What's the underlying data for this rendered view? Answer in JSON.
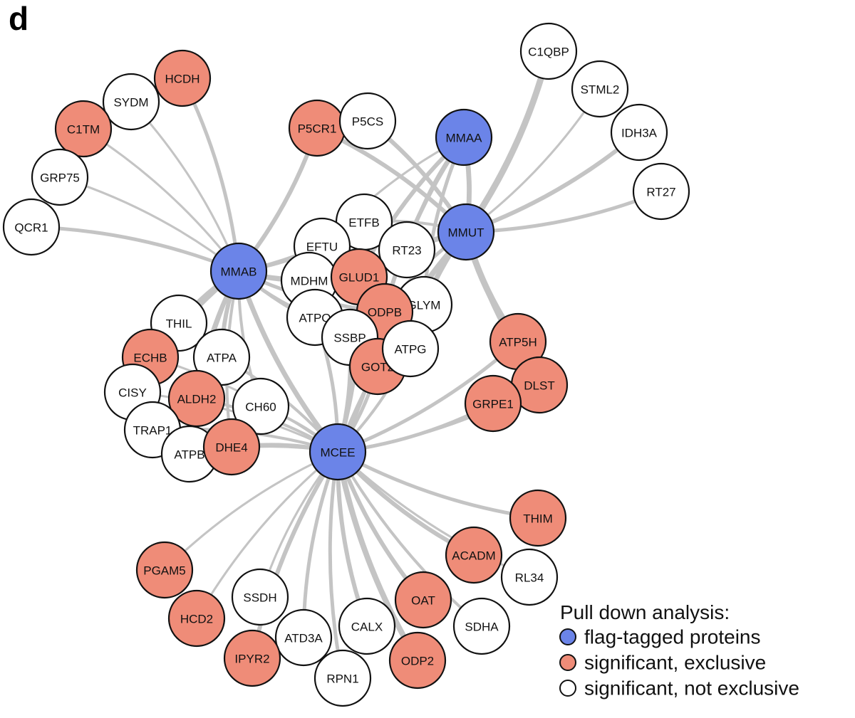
{
  "panel_label": "d",
  "colors": {
    "bait": "#6b84e8",
    "exclusive": "#ef8c78",
    "not_exclusive": "#ffffff",
    "edge": "#c4c4c4",
    "stroke": "#111111"
  },
  "legend": {
    "title": "Pull down analysis:",
    "items": [
      {
        "key": "bait",
        "label": "flag-tagged proteins"
      },
      {
        "key": "exclusive",
        "label": "significant, exclusive"
      },
      {
        "key": "not_exclusive",
        "label": "significant, not exclusive"
      }
    ]
  },
  "nodes": [
    {
      "id": "MMAB",
      "type": "bait"
    },
    {
      "id": "MMUT",
      "type": "bait"
    },
    {
      "id": "MMAA",
      "type": "bait"
    },
    {
      "id": "MCEE",
      "type": "bait"
    },
    {
      "id": "HCDH",
      "type": "exclusive"
    },
    {
      "id": "SYDM",
      "type": "not_exclusive"
    },
    {
      "id": "C1TM",
      "type": "exclusive"
    },
    {
      "id": "GRP75",
      "type": "not_exclusive"
    },
    {
      "id": "QCR1",
      "type": "not_exclusive"
    },
    {
      "id": "P5CR1",
      "type": "exclusive"
    },
    {
      "id": "P5CS",
      "type": "not_exclusive"
    },
    {
      "id": "C1QBP",
      "type": "not_exclusive"
    },
    {
      "id": "STML2",
      "type": "not_exclusive"
    },
    {
      "id": "IDH3A",
      "type": "not_exclusive"
    },
    {
      "id": "RT27",
      "type": "not_exclusive"
    },
    {
      "id": "ETFB",
      "type": "not_exclusive"
    },
    {
      "id": "EFTU",
      "type": "not_exclusive"
    },
    {
      "id": "RT23",
      "type": "not_exclusive"
    },
    {
      "id": "MDHM",
      "type": "not_exclusive"
    },
    {
      "id": "GLUD1",
      "type": "exclusive"
    },
    {
      "id": "GLYM",
      "type": "not_exclusive"
    },
    {
      "id": "ODPB",
      "type": "exclusive"
    },
    {
      "id": "ATPO",
      "type": "not_exclusive"
    },
    {
      "id": "SSBP",
      "type": "not_exclusive"
    },
    {
      "id": "GOT2",
      "type": "exclusive"
    },
    {
      "id": "ATPG",
      "type": "not_exclusive"
    },
    {
      "id": "THIL",
      "type": "not_exclusive"
    },
    {
      "id": "ECHB",
      "type": "exclusive"
    },
    {
      "id": "ATPA",
      "type": "not_exclusive"
    },
    {
      "id": "CISY",
      "type": "not_exclusive"
    },
    {
      "id": "ALDH2",
      "type": "exclusive"
    },
    {
      "id": "CH60",
      "type": "not_exclusive"
    },
    {
      "id": "TRAP1",
      "type": "not_exclusive"
    },
    {
      "id": "ATPB",
      "type": "not_exclusive"
    },
    {
      "id": "DHE4",
      "type": "exclusive"
    },
    {
      "id": "ATP5H",
      "type": "exclusive"
    },
    {
      "id": "DLST",
      "type": "exclusive"
    },
    {
      "id": "GRPE1",
      "type": "exclusive"
    },
    {
      "id": "THIM",
      "type": "exclusive"
    },
    {
      "id": "ACADM",
      "type": "exclusive"
    },
    {
      "id": "RL34",
      "type": "not_exclusive"
    },
    {
      "id": "PGAM5",
      "type": "exclusive"
    },
    {
      "id": "SSDH",
      "type": "not_exclusive"
    },
    {
      "id": "HCD2",
      "type": "exclusive"
    },
    {
      "id": "OAT",
      "type": "exclusive"
    },
    {
      "id": "SDHA",
      "type": "not_exclusive"
    },
    {
      "id": "CALX",
      "type": "not_exclusive"
    },
    {
      "id": "ATD3A",
      "type": "not_exclusive"
    },
    {
      "id": "IPYR2",
      "type": "exclusive"
    },
    {
      "id": "ODP2",
      "type": "exclusive"
    },
    {
      "id": "RPN1",
      "type": "not_exclusive"
    }
  ],
  "edges": [
    {
      "source": "MMAB",
      "target": "HCDH",
      "weight": 4
    },
    {
      "source": "MMAB",
      "target": "SYDM",
      "weight": 2
    },
    {
      "source": "MMAB",
      "target": "C1TM",
      "weight": 2
    },
    {
      "source": "MMAB",
      "target": "GRP75",
      "weight": 2
    },
    {
      "source": "MMAB",
      "target": "QCR1",
      "weight": 4
    },
    {
      "source": "MMAB",
      "target": "P5CR1",
      "weight": 5
    },
    {
      "source": "MMAB",
      "target": "EFTU",
      "weight": 3
    },
    {
      "source": "MMAB",
      "target": "ETFB",
      "weight": 2
    },
    {
      "source": "MMAB",
      "target": "MDHM",
      "weight": 4
    },
    {
      "source": "MMAB",
      "target": "GLUD1",
      "weight": 4
    },
    {
      "source": "MMAB",
      "target": "ODPB",
      "weight": 4
    },
    {
      "source": "MMAB",
      "target": "ATPO",
      "weight": 4
    },
    {
      "source": "MMAB",
      "target": "SSBP",
      "weight": 3
    },
    {
      "source": "MMAB",
      "target": "THIL",
      "weight": 5
    },
    {
      "source": "MMAB",
      "target": "ECHB",
      "weight": 5
    },
    {
      "source": "MMAB",
      "target": "ATPA",
      "weight": 5
    },
    {
      "source": "MMAB",
      "target": "CISY",
      "weight": 4
    },
    {
      "source": "MMAB",
      "target": "ALDH2",
      "weight": 4
    },
    {
      "source": "MMAB",
      "target": "CH60",
      "weight": 3
    },
    {
      "source": "MMAB",
      "target": "DHE4",
      "weight": 3
    },
    {
      "source": "MMAB",
      "target": "ATPB",
      "weight": 3
    },
    {
      "source": "MMAB",
      "target": "MCEE",
      "weight": 6
    },
    {
      "source": "MMUT",
      "target": "C1QBP",
      "weight": 8
    },
    {
      "source": "MMUT",
      "target": "STML2",
      "weight": 2
    },
    {
      "source": "MMUT",
      "target": "IDH3A",
      "weight": 5
    },
    {
      "source": "MMUT",
      "target": "RT27",
      "weight": 4
    },
    {
      "source": "MMUT",
      "target": "P5CS",
      "weight": 5
    },
    {
      "source": "MMUT",
      "target": "P5CR1",
      "weight": 5
    },
    {
      "source": "MMUT",
      "target": "ETFB",
      "weight": 3
    },
    {
      "source": "MMUT",
      "target": "RT23",
      "weight": 3
    },
    {
      "source": "MMUT",
      "target": "GLUD1",
      "weight": 4
    },
    {
      "source": "MMUT",
      "target": "ODPB",
      "weight": 4
    },
    {
      "source": "MMUT",
      "target": "GLYM",
      "weight": 3
    },
    {
      "source": "MMUT",
      "target": "ATPG",
      "weight": 3
    },
    {
      "source": "MMUT",
      "target": "GOT2",
      "weight": 3
    },
    {
      "source": "MMUT",
      "target": "ATP5H",
      "weight": 8
    },
    {
      "source": "MMUT",
      "target": "DLST",
      "weight": 3
    },
    {
      "source": "MMUT",
      "target": "MMAA",
      "weight": 6
    },
    {
      "source": "MMUT",
      "target": "MCEE",
      "weight": 3
    },
    {
      "source": "MMAA",
      "target": "GLUD1",
      "weight": 5
    },
    {
      "source": "MMAA",
      "target": "ODPB",
      "weight": 5
    },
    {
      "source": "MMAA",
      "target": "RT23",
      "weight": 4
    },
    {
      "source": "MMAA",
      "target": "EFTU",
      "weight": 2
    },
    {
      "source": "MMAA",
      "target": "GLYM",
      "weight": 4
    },
    {
      "source": "MCEE",
      "target": "THIM",
      "weight": 4
    },
    {
      "source": "MCEE",
      "target": "ACADM",
      "weight": 5
    },
    {
      "source": "MCEE",
      "target": "RL34",
      "weight": 2
    },
    {
      "source": "MCEE",
      "target": "PGAM5",
      "weight": 2
    },
    {
      "source": "MCEE",
      "target": "SSDH",
      "weight": 2
    },
    {
      "source": "MCEE",
      "target": "HCD2",
      "weight": 2
    },
    {
      "source": "MCEE",
      "target": "OAT",
      "weight": 5
    },
    {
      "source": "MCEE",
      "target": "SDHA",
      "weight": 3
    },
    {
      "source": "MCEE",
      "target": "CALX",
      "weight": 5
    },
    {
      "source": "MCEE",
      "target": "ATD3A",
      "weight": 4
    },
    {
      "source": "MCEE",
      "target": "IPYR2",
      "weight": 5
    },
    {
      "source": "MCEE",
      "target": "ODP2",
      "weight": 7
    },
    {
      "source": "MCEE",
      "target": "RPN1",
      "weight": 4
    },
    {
      "source": "MCEE",
      "target": "GRPE1",
      "weight": 4
    },
    {
      "source": "MCEE",
      "target": "DLST",
      "weight": 3
    },
    {
      "source": "MCEE",
      "target": "ATP5H",
      "weight": 4
    },
    {
      "source": "MCEE",
      "target": "ATPG",
      "weight": 3
    },
    {
      "source": "MCEE",
      "target": "GOT2",
      "weight": 4
    },
    {
      "source": "MCEE",
      "target": "SSBP",
      "weight": 6
    },
    {
      "source": "MCEE",
      "target": "ATPO",
      "weight": 4
    },
    {
      "source": "MCEE",
      "target": "ODPB",
      "weight": 4
    },
    {
      "source": "MCEE",
      "target": "GLUD1",
      "weight": 3
    },
    {
      "source": "MCEE",
      "target": "DHE4",
      "weight": 3
    },
    {
      "source": "MCEE",
      "target": "ATPB",
      "weight": 3
    },
    {
      "source": "MCEE",
      "target": "TRAP1",
      "weight": 3
    },
    {
      "source": "MCEE",
      "target": "CH60",
      "weight": 3
    },
    {
      "source": "MCEE",
      "target": "ALDH2",
      "weight": 3
    },
    {
      "source": "MCEE",
      "target": "CISY",
      "weight": 2
    },
    {
      "source": "MCEE",
      "target": "ATPA",
      "weight": 3
    },
    {
      "source": "MCEE",
      "target": "ECHB",
      "weight": 2
    }
  ]
}
